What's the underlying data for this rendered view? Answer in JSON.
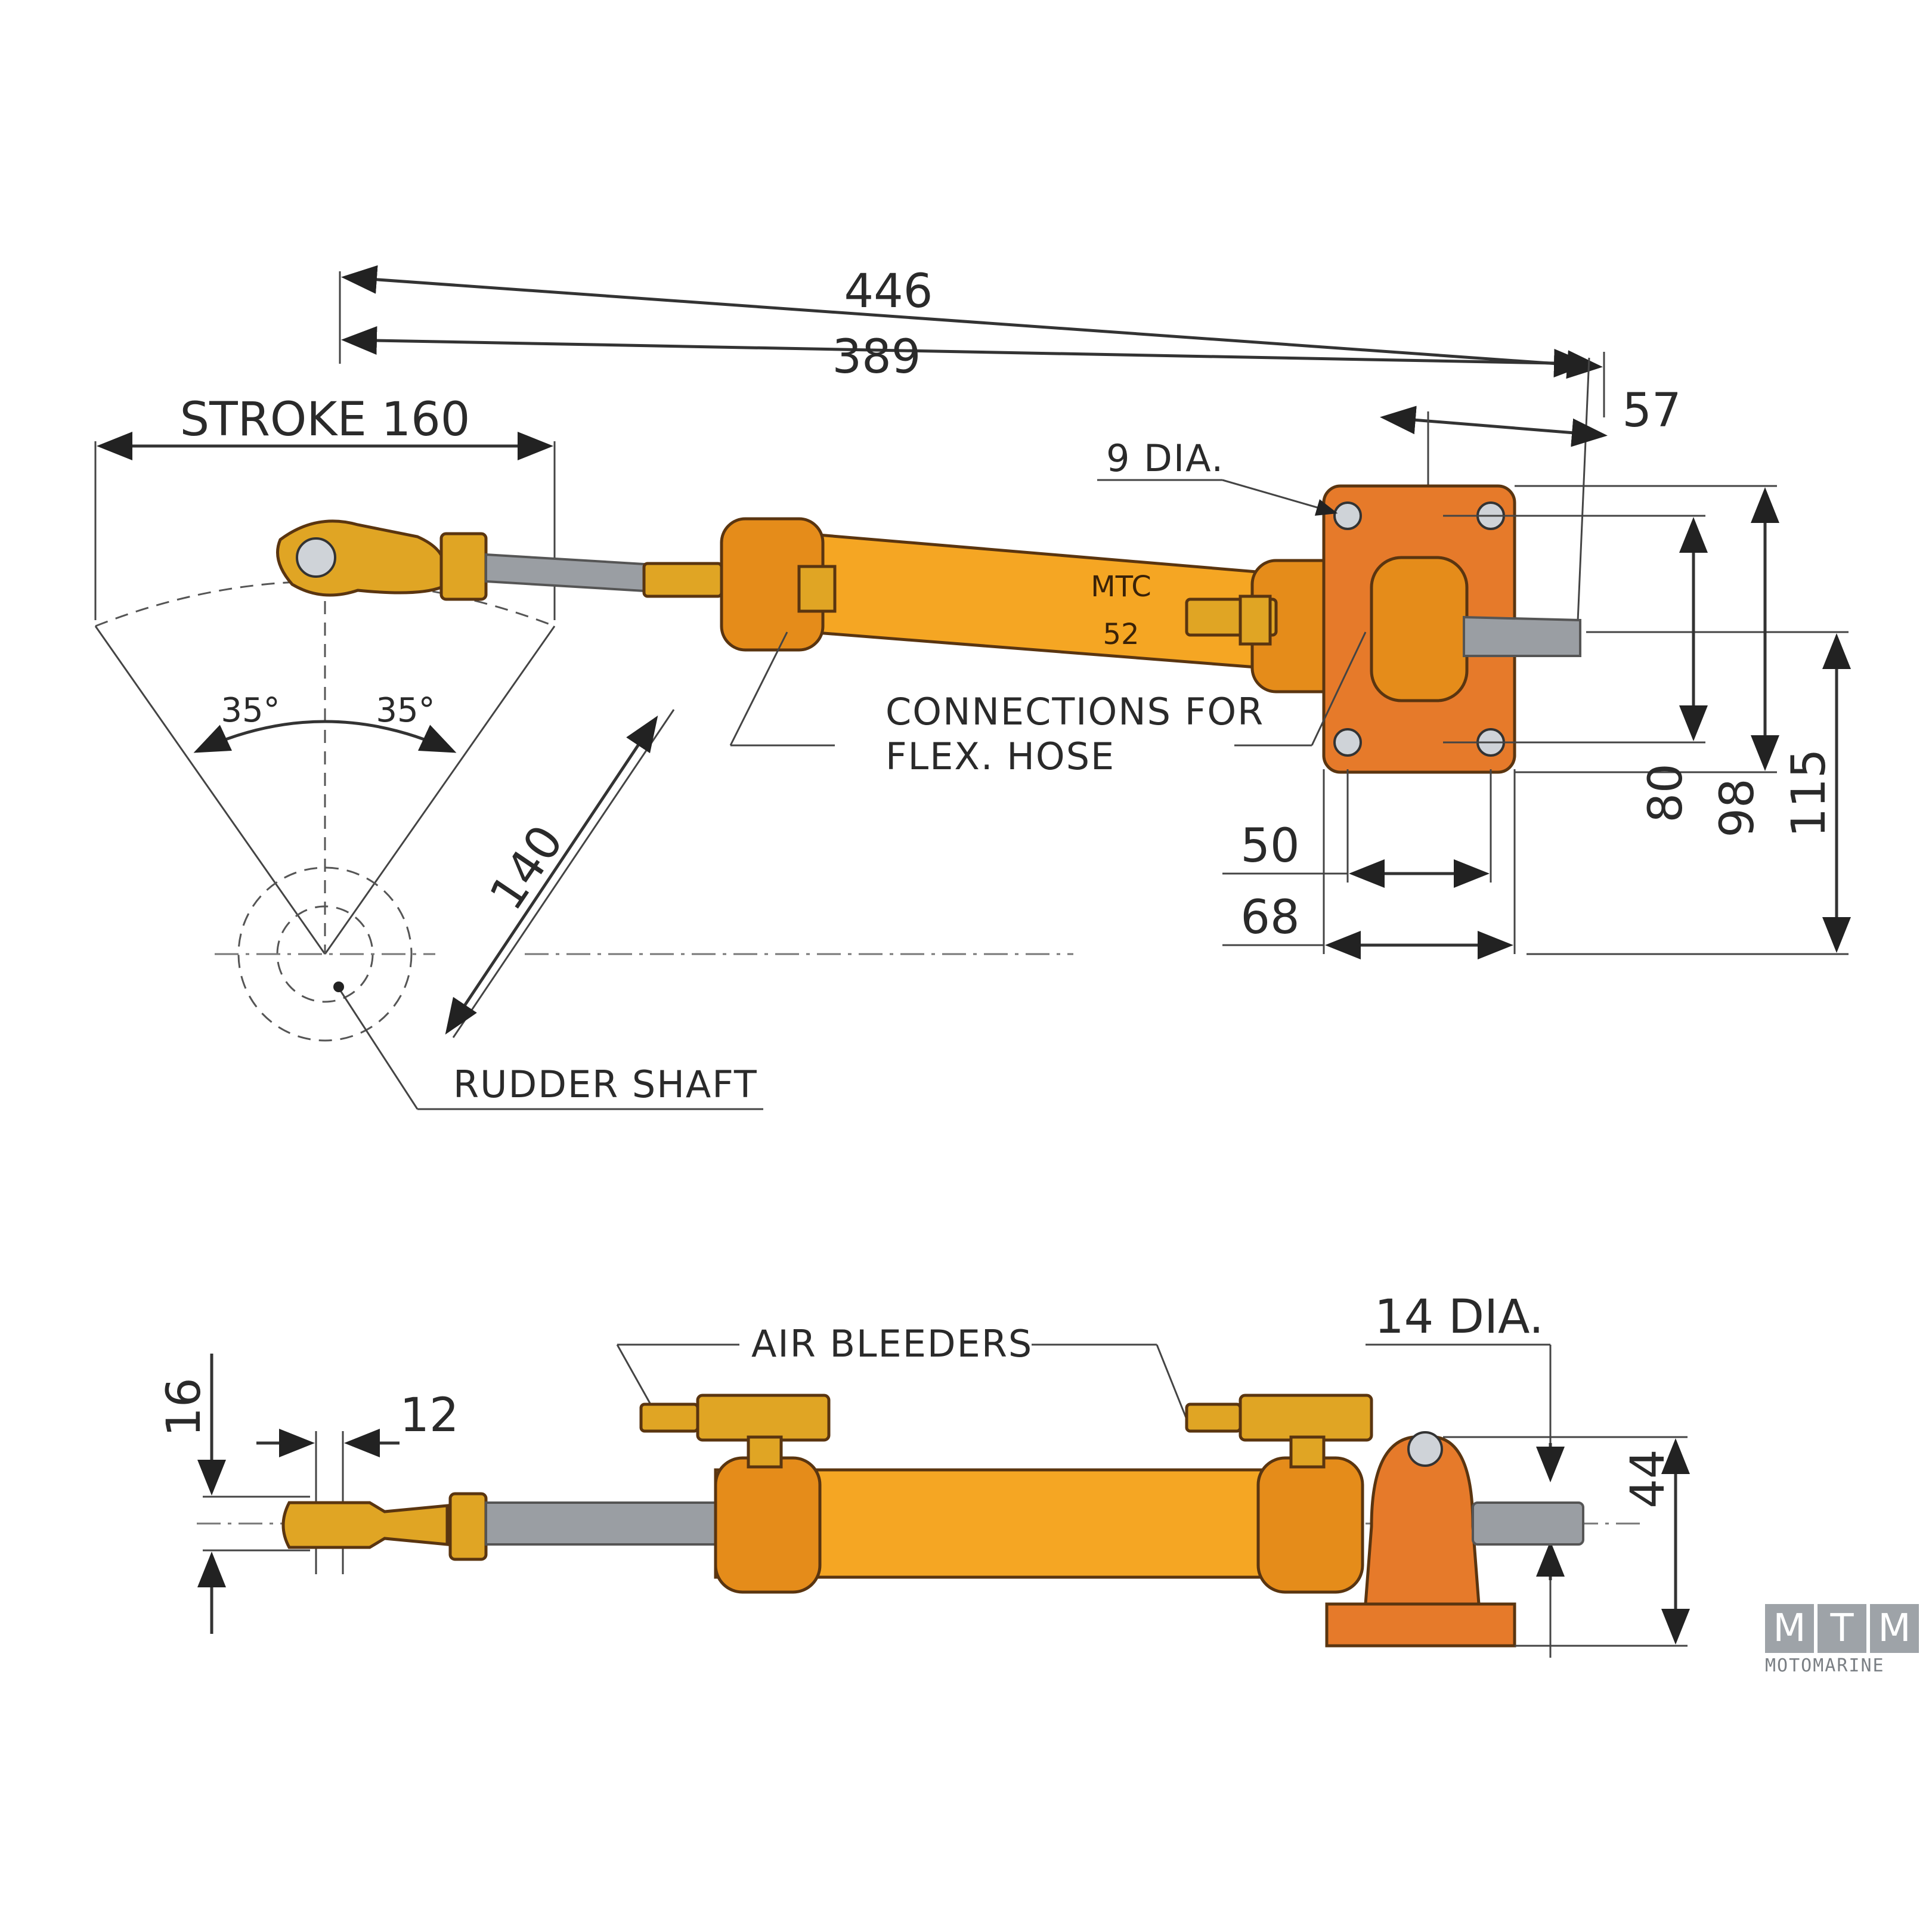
{
  "top_view": {
    "dims": {
      "overall": "446",
      "body": "389",
      "rod_protrusion": "57",
      "stroke": "STROKE 160",
      "arm": "140",
      "angle_left": "35°",
      "angle_right": "35°",
      "bolt_spacing_inner": "50",
      "bolt_spacing_outer": "68",
      "height_80": "80",
      "height_98": "98",
      "height_115": "115"
    },
    "labels": {
      "hole": "9 DIA.",
      "connections_line1": "CONNECTIONS FOR",
      "connections_line2": "FLEX. HOSE",
      "rudder_shaft": "RUDDER SHAFT",
      "model_line1": "MTC",
      "model_line2": "52"
    }
  },
  "side_view": {
    "dims": {
      "eye_height": "16",
      "eye_width": "12",
      "height_44": "44"
    },
    "labels": {
      "rod_dia": "14 DIA.",
      "air_bleeders": "AIR BLEEDERS"
    }
  },
  "logo": {
    "letters": [
      "M",
      "T",
      "M"
    ],
    "word": "MOTOMARINE"
  },
  "colors": {
    "cylinder": "#f5a623",
    "fittings": "#e0a524",
    "mount": "#e67a2a",
    "rod": "#9a9ea3",
    "lines": "#333333"
  }
}
